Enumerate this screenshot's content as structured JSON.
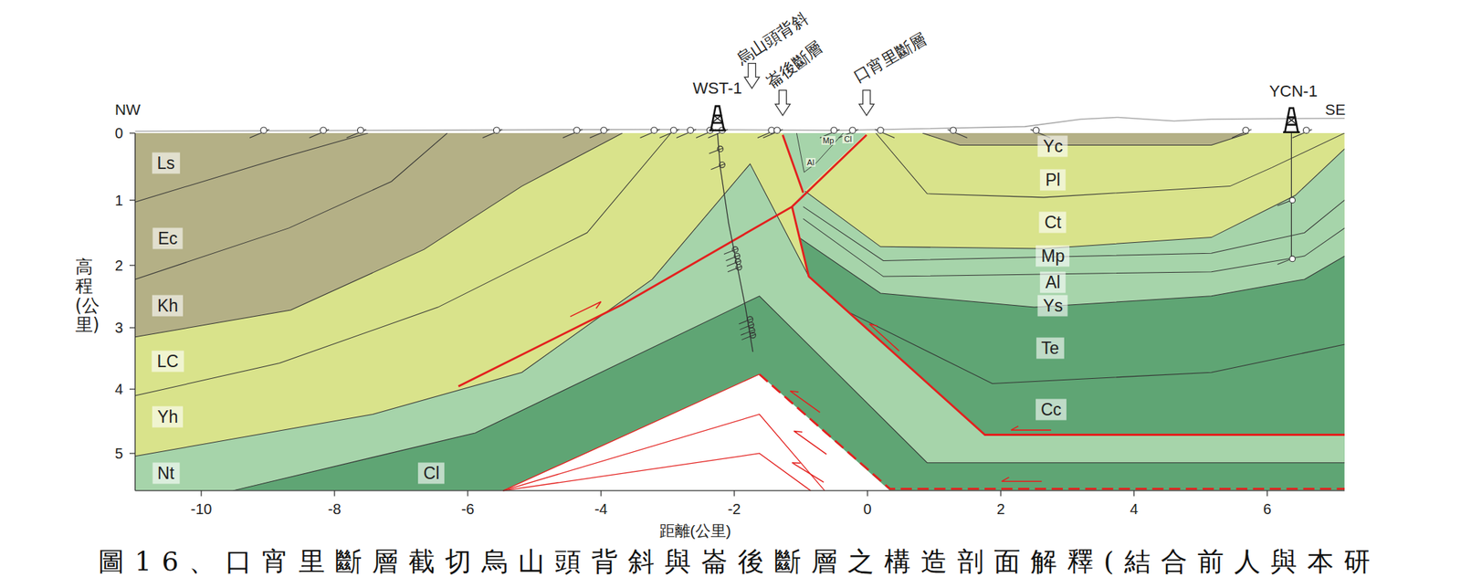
{
  "diagram": {
    "caption": "圖16、口宵里斷層截切烏山頭背斜與崙後斷層之構造剖面解釋(結合前人與本研",
    "nodes": [
      {
        "text": [
          "Ls"
        ]
      },
      {
        "text": [
          "Ec"
        ]
      },
      {
        "text": [
          "Kh"
        ]
      },
      {
        "text": [
          "LC"
        ]
      },
      {
        "text": [
          "Yh"
        ]
      },
      {
        "text": [
          "Nt"
        ]
      },
      {
        "text": [
          "Cl"
        ]
      },
      {
        "text": [
          "Mp"
        ]
      },
      {
        "text": [
          "Cl"
        ]
      },
      {
        "text": [
          "Al"
        ]
      },
      {
        "text": [
          "Yc"
        ]
      },
      {
        "text": [
          "Pl"
        ]
      },
      {
        "text": [
          "Ct"
        ]
      },
      {
        "text": [
          "Mp"
        ]
      },
      {
        "text": [
          "Al"
        ]
      },
      {
        "text": [
          "Ys"
        ]
      },
      {
        "text": [
          "Te"
        ]
      },
      {
        "text": [
          "Cc"
        ]
      }
    ],
    "labels": [
      "烏山頭背斜",
      "崙後斷層",
      "口宵里斷層",
      "WST-1",
      "YCN-1",
      "NW",
      "SE",
      "0",
      "1",
      "2",
      "3",
      "4",
      "5",
      "高程(公里)",
      "-10",
      "-8",
      "-6",
      "-4",
      "-2",
      "0",
      "2",
      "4",
      "6",
      "距離(公里)"
    ]
  }
}
